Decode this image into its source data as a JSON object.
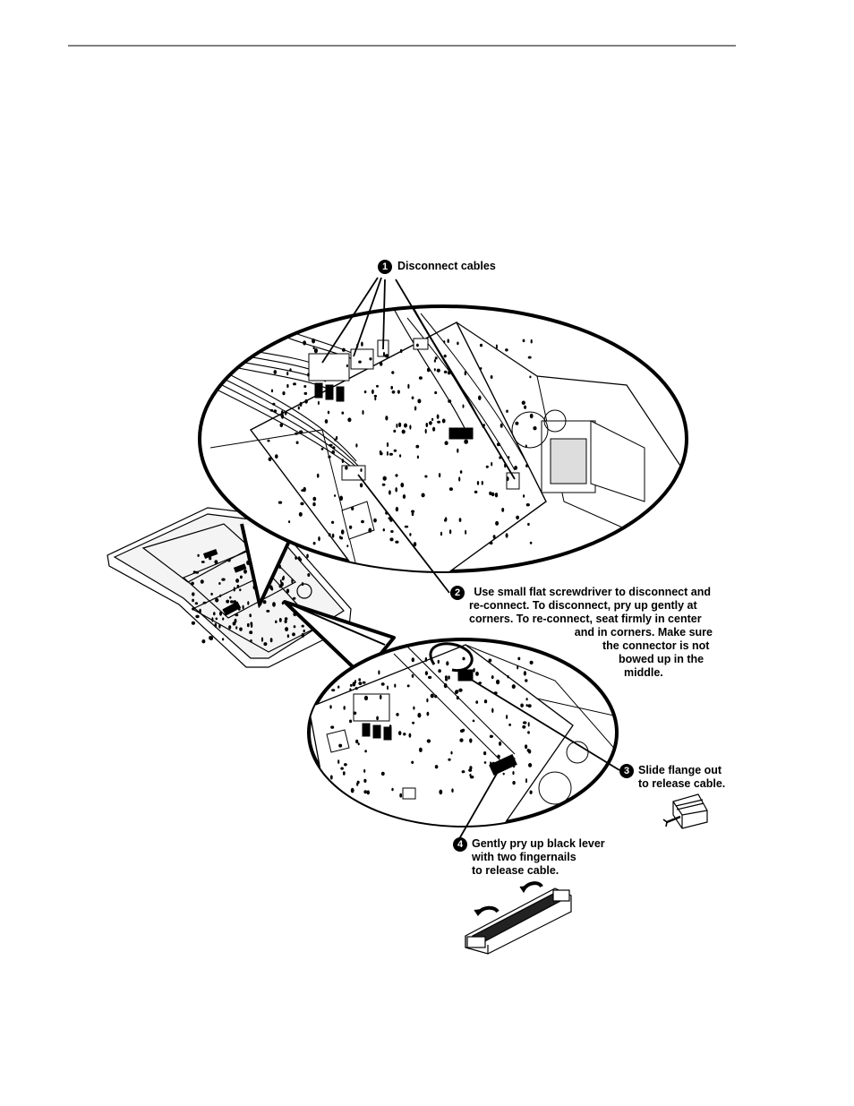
{
  "steps": [
    {
      "number": "1",
      "lines": [
        "Disconnect cables"
      ]
    },
    {
      "number": "2",
      "lines": [
        "Use small flat screwdriver to disconnect and",
        "re-connect. To disconnect, pry up gently at",
        "corners. To re-connect, seat firmly in center",
        "and in corners. Make sure",
        "the connector is not",
        "bowed up in the",
        "middle."
      ]
    },
    {
      "number": "3",
      "lines": [
        "Slide flange out",
        "to release cable."
      ]
    },
    {
      "number": "4",
      "lines": [
        "Gently pry up black lever",
        "with two fingernails",
        "to release cable."
      ]
    }
  ],
  "colors": {
    "ink": "#000000",
    "paper": "#ffffff",
    "shade": "#e6e6e6"
  }
}
